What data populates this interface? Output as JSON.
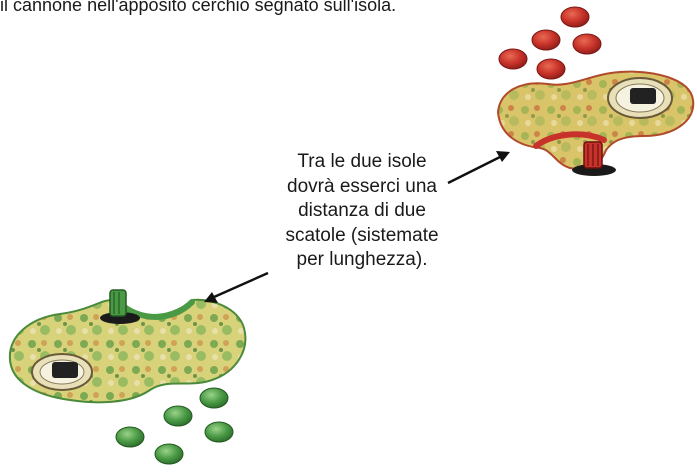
{
  "header": {
    "instruction_fragment": "il cannone nell'apposito cerchio segnato sull'isola."
  },
  "callout": {
    "lines": [
      "Tra le due isole",
      "dovrà esserci una",
      "distanza di due",
      "scatole (sistemate",
      "per lunghezza)."
    ]
  },
  "pieces": {
    "red_island": {
      "marker_color": "red",
      "marker_count": 5,
      "has_cannon": true
    },
    "green_island": {
      "marker_color": "green",
      "marker_count": 5,
      "has_cannon": true
    }
  },
  "colors": {
    "red_marker": "#c8322a",
    "green_marker": "#4a9a45",
    "island_base": "#d9c46a",
    "arrow": "#111111"
  }
}
